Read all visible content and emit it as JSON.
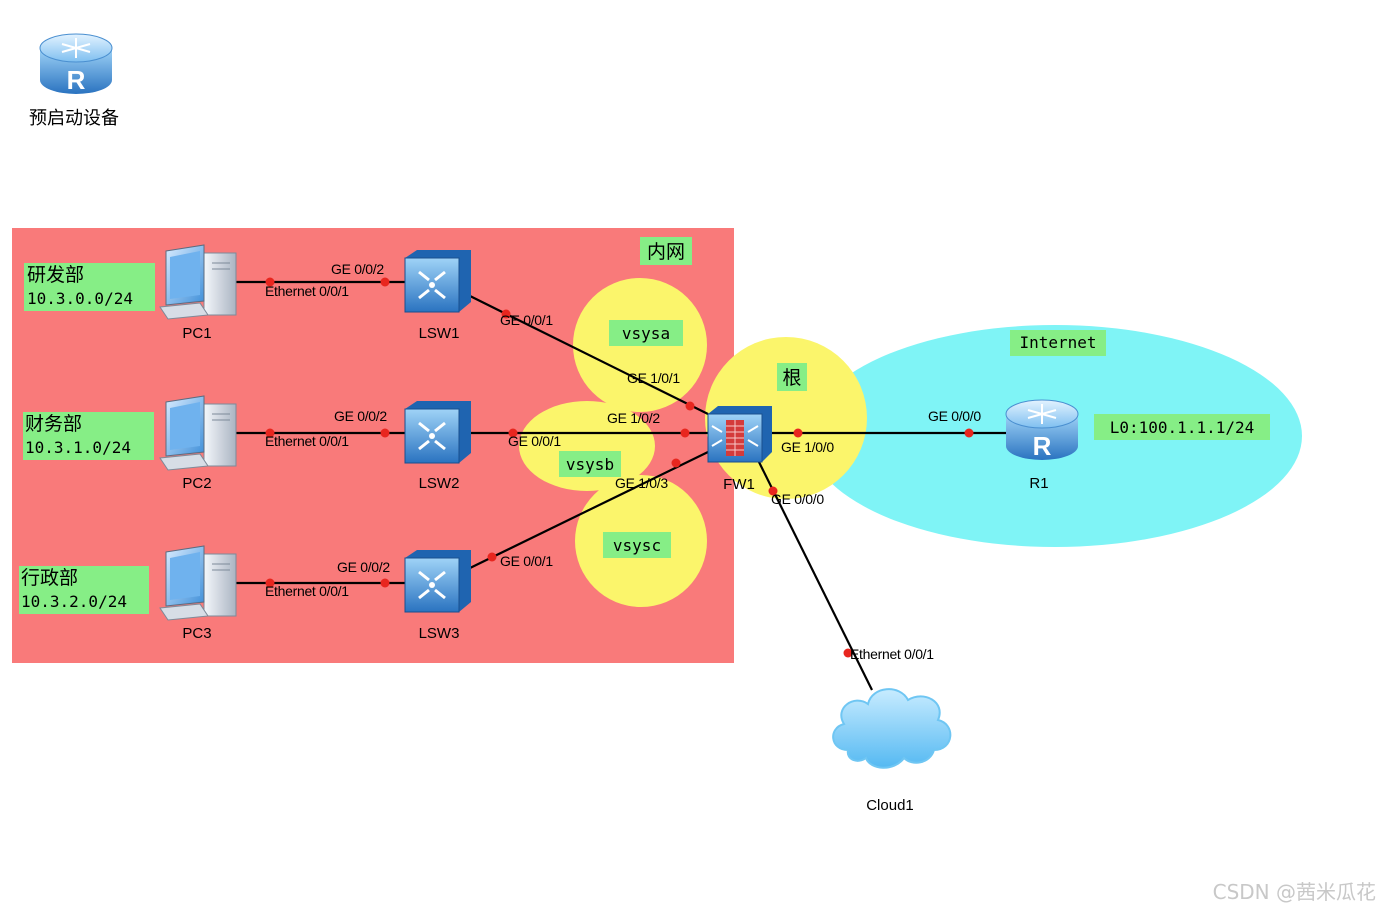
{
  "legend": {
    "label": "预启动设备"
  },
  "zones": {
    "intranet": "内网",
    "internet": "Internet",
    "root": "根",
    "vsysa": "vsysa",
    "vsysb": "vsysb",
    "vsysc": "vsysc"
  },
  "departments": [
    {
      "name": "研发部",
      "subnet": "10.3.0.0/24"
    },
    {
      "name": "财务部",
      "subnet": "10.3.1.0/24"
    },
    {
      "name": "行政部",
      "subnet": "10.3.2.0/24"
    }
  ],
  "devices": {
    "pc1": "PC1",
    "pc2": "PC2",
    "pc3": "PC3",
    "lsw1": "LSW1",
    "lsw2": "LSW2",
    "lsw3": "LSW3",
    "fw1": "FW1",
    "r1": "R1",
    "cloud1": "Cloud1"
  },
  "ports": {
    "pc1_lsw1_a": "Ethernet 0/0/1",
    "pc1_lsw1_b": "GE 0/0/2",
    "pc2_lsw2_a": "Ethernet 0/0/1",
    "pc2_lsw2_b": "GE 0/0/2",
    "pc3_lsw3_a": "Ethernet 0/0/1",
    "pc3_lsw3_b": "GE 0/0/2",
    "lsw1_up": "GE 0/0/1",
    "lsw2_up": "GE 0/0/1",
    "lsw3_up": "GE 0/0/1",
    "fw_101": "GE 1/0/1",
    "fw_102": "GE 1/0/2",
    "fw_103": "GE 1/0/3",
    "fw_100": "GE 1/0/0",
    "fw_000": "GE 0/0/0",
    "r1_000": "GE 0/0/0",
    "cloud_eth": "Ethernet 0/0/1"
  },
  "r1_loopback": "L0:100.1.1.1/24",
  "watermark": "CSDN @茜米瓜花",
  "colors": {
    "intranet_fill": "#f97a7a",
    "internet_fill": "#7ff4f6",
    "vsys_fill": "#fbf56b",
    "label_bg": "#86ee86",
    "link_dot": "#e8261f",
    "device_blue": "#2e7ec9"
  }
}
